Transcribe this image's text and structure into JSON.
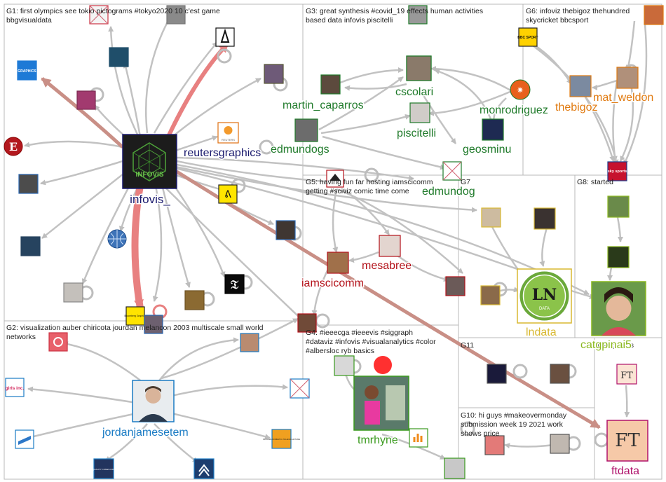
{
  "groups": [
    {
      "id": "G1",
      "lines": [
        "G1: first olympics see tokio pictograms #tokyo2020 10 c'est game",
        "bbgvisualdata"
      ]
    },
    {
      "id": "G2",
      "lines": [
        "G2: visualization auber chiricota jourdan melancon 2003 multiscale small world",
        "networks"
      ]
    },
    {
      "id": "G3",
      "lines": [
        "G3: great synthesis #covid_19 effects human activities",
        "based data infovis piscitelli"
      ]
    },
    {
      "id": "G4",
      "lines": [
        "G4: #ieeecga #ieeevis #siggraph",
        "#dataviz #infovis #visualanalytics #color",
        "#albersloc ryb basics"
      ]
    },
    {
      "id": "G5",
      "lines": [
        "G5: having fun far hosting iamscicomm",
        "getting #sciviz comic time come"
      ]
    },
    {
      "id": "G6",
      "lines": [
        "G6: infoviz thebigoz thehundred",
        "skycricket bbcsport"
      ]
    },
    {
      "id": "G7",
      "lines": [
        "G7"
      ]
    },
    {
      "id": "G8",
      "lines": [
        "G8: started"
      ]
    },
    {
      "id": "G9",
      "lines": [
        "G9: groups"
      ]
    },
    {
      "id": "G10",
      "lines": [
        "G10: hi guys #makeovermonday",
        "submission week 19 2021 work",
        "shows price"
      ]
    },
    {
      "id": "G11",
      "lines": [
        "G11"
      ]
    }
  ],
  "labels": {
    "infovis": "infovis_",
    "reutersgraphics": "reutersgraphics",
    "jordan": "jordanjamesetem",
    "martin": "martin_caparros",
    "cscolari": "cscolari",
    "piscitelli": "piscitelli",
    "monrodriguez": "monrodriguez",
    "edmundogs": "edmundogs",
    "geosminu": "geosminu",
    "edmundog": "edmundog",
    "thebigoz": "thebigoz",
    "mat_weldon": "mat_weldon",
    "iamscicomm": "iamscicomm",
    "mesabree": "mesabree",
    "tmrhyne": "tmrhyne",
    "lndata": "lndata",
    "catgpinai5": "catgpinai5",
    "ftdata": "ftdata"
  },
  "logos": {
    "infovis": "INFOVIS",
    "ln": "LN",
    "ln_sub": "DATA",
    "ft": "FT",
    "ft_small": "FT",
    "reuters": "REUTERS",
    "graphics": "GRAPHICS",
    "girls": "girls inc.",
    "bbc": "BBC SPORT",
    "sky": "sky sports",
    "bloomberg": "Bloomberg Graphics",
    "national": "NATIONAL DOMESTIC VIOLENCE HOTLINE",
    "equality": "EQUALITY COMES FIRST"
  },
  "colors": {
    "g1_label": "#1a1a6e",
    "g2_label": "#1a7bc4",
    "g3_label": "#1f7a2a",
    "g5_label": "#b3121a",
    "g4_label": "#3a9a1e",
    "g6_label": "#e07a10",
    "g8_label": "#c8a000",
    "g9_label": "#8bb81e",
    "ft_label": "#b0126b",
    "edge_gray": "#c0c0c0",
    "edge_red": "#e05555",
    "edge_maroon": "#b06060"
  }
}
